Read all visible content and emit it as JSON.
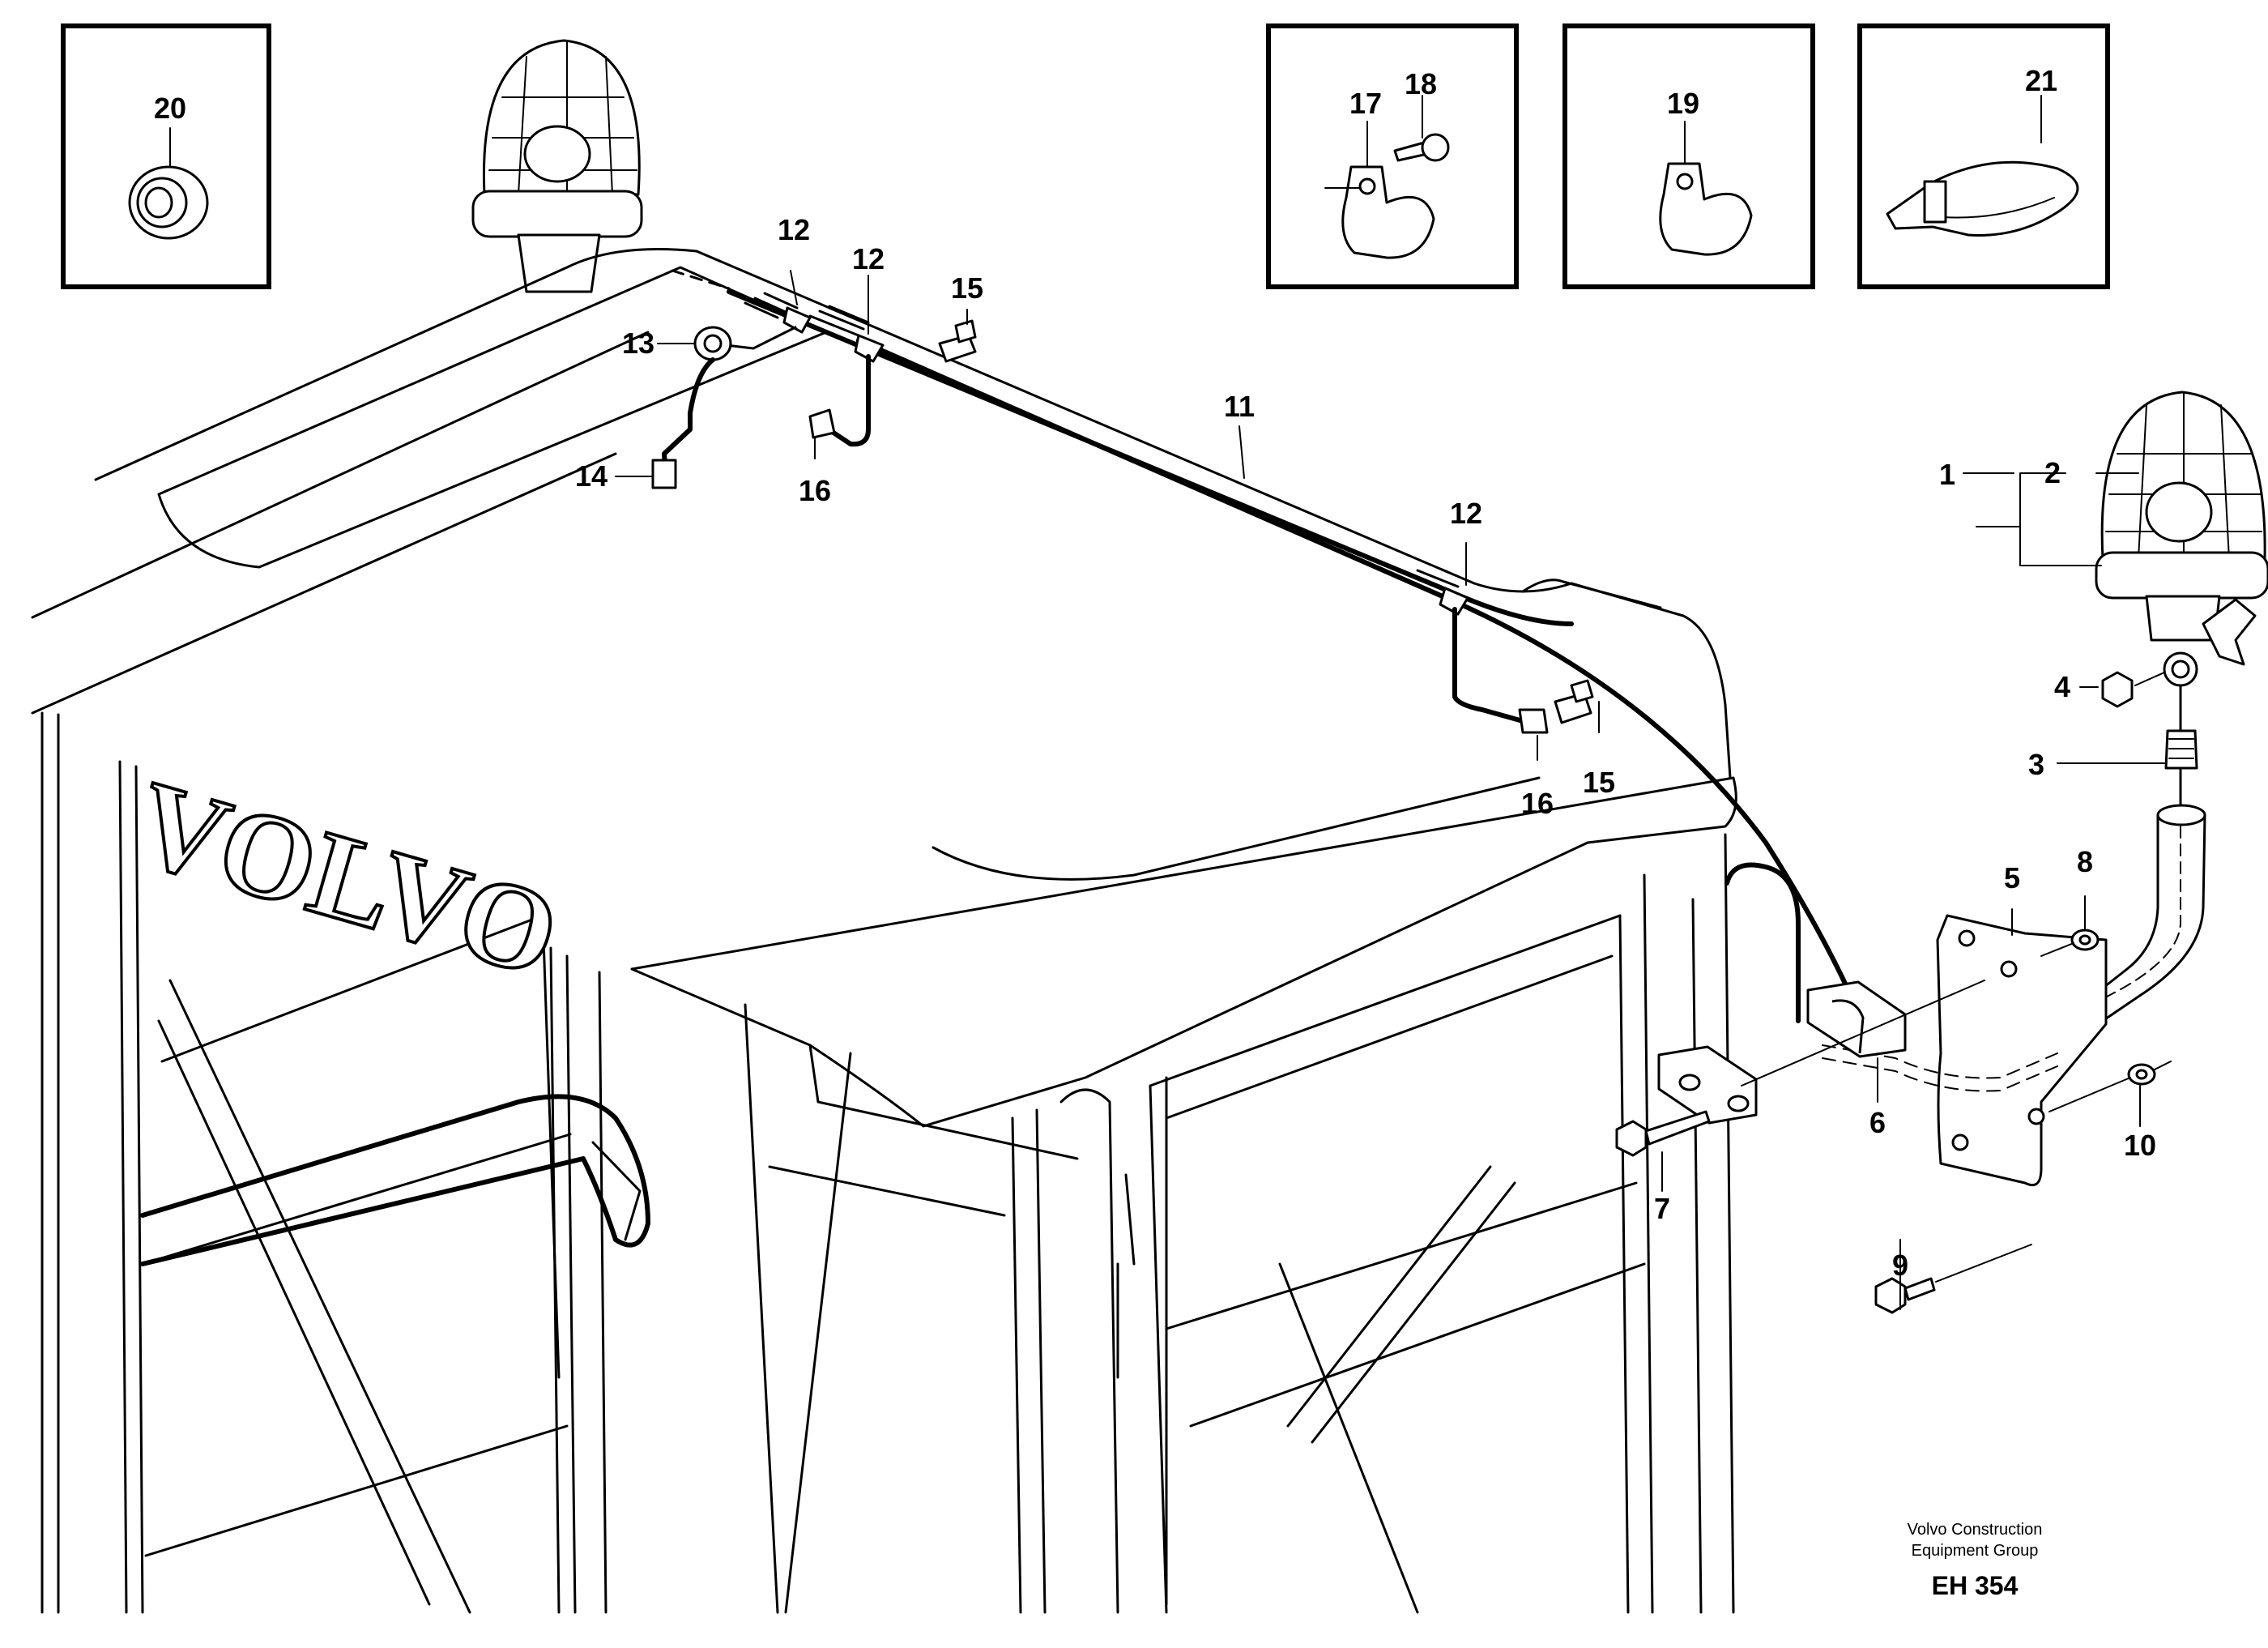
{
  "callouts": {
    "c1": "1",
    "c2": "2",
    "c3": "3",
    "c4": "4",
    "c5": "5",
    "c6": "6",
    "c7": "7",
    "c8": "8",
    "c9": "9",
    "c10": "10",
    "c11": "11",
    "c12": "12",
    "c13": "13",
    "c14": "14",
    "c15": "15",
    "c16": "16",
    "c17": "17",
    "c18": "18",
    "c19": "19",
    "c20": "20",
    "c21": "21"
  },
  "brand_text": "VOLVO",
  "footer": {
    "line1": "Volvo Construction",
    "line2": "Equipment Group",
    "code": "EH 354"
  }
}
